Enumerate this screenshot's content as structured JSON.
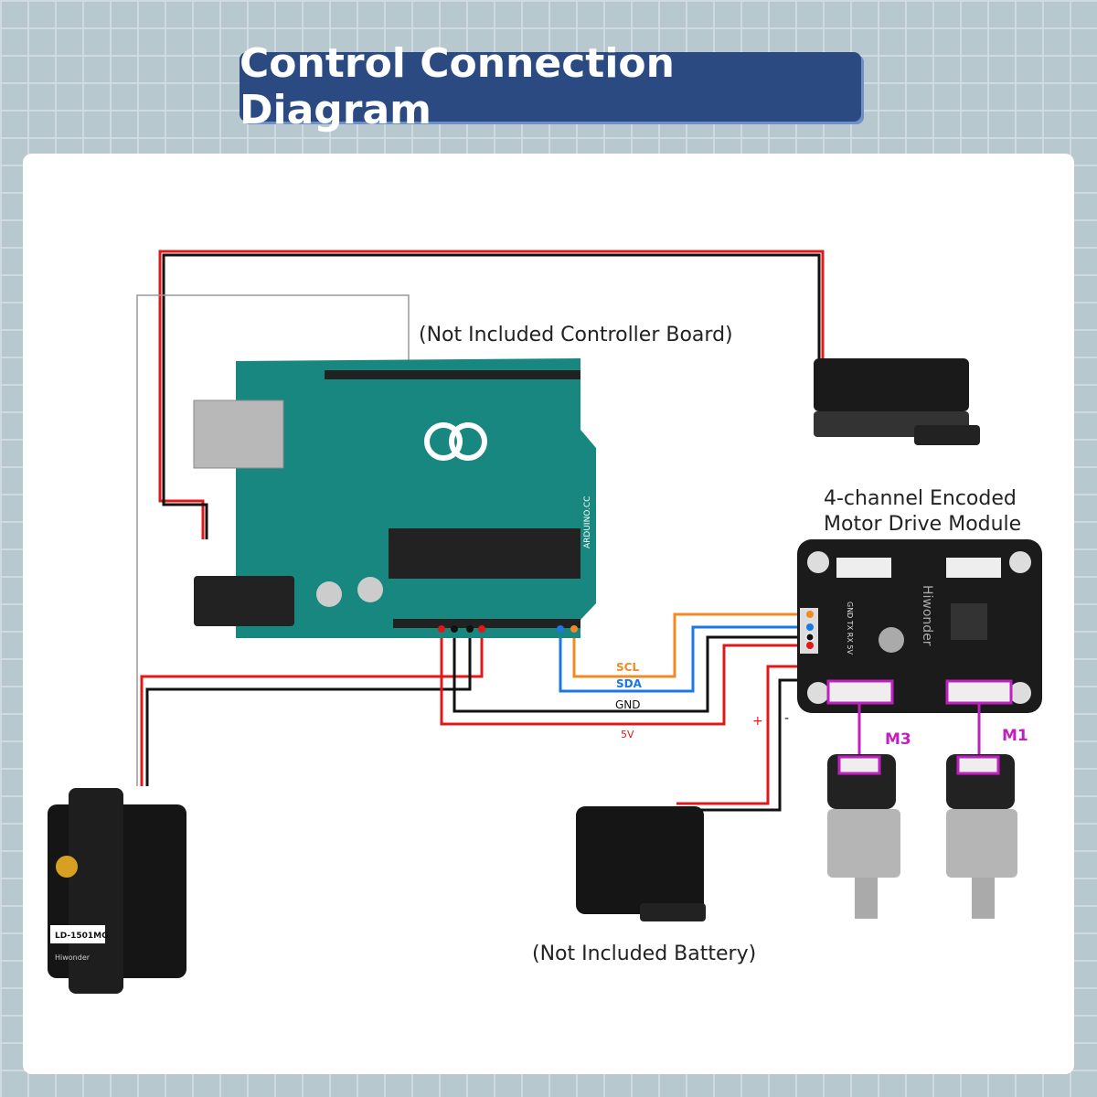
{
  "title": "Control Connection Diagram",
  "labels": {
    "controller": "(Not Included Controller Board)",
    "driver_line1": "4-channel Encoded",
    "driver_line2": "Motor Drive Module",
    "battery": "(Not Included Battery)",
    "scl": "SCL",
    "sda": "SDA",
    "gnd": "GND",
    "v5": "5V",
    "plus": "+",
    "minus": "-",
    "m3": "M3",
    "m1": "M1"
  },
  "devices": {
    "servo_model": "LD-1501MG",
    "brand": "Hiwonder",
    "board_text": "ARDUINO.CC",
    "driver_header": "GND TX RX 5V"
  },
  "colors": {
    "scl": "#f08a24",
    "sda": "#1a78e0",
    "gnd": "#111111",
    "v5": "#e01818",
    "motor": "#c020c0",
    "board": "#17877f",
    "title_bg": "#2b4a82"
  }
}
